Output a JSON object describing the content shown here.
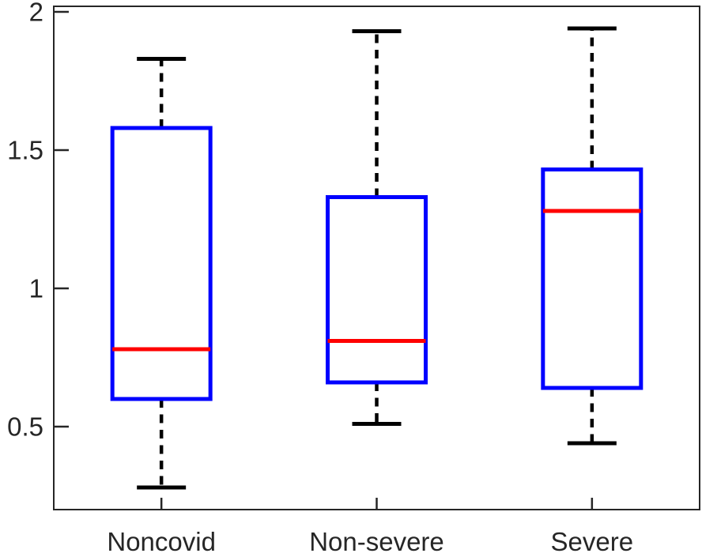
{
  "chart_data": {
    "type": "boxplot",
    "categories": [
      "Noncovid",
      "Non-severe",
      "Severe"
    ],
    "series": [
      {
        "name": "Noncovid",
        "whisker_low": 0.28,
        "q1": 0.6,
        "median": 0.78,
        "q3": 1.58,
        "whisker_high": 1.83
      },
      {
        "name": "Non-severe",
        "whisker_low": 0.51,
        "q1": 0.66,
        "median": 0.81,
        "q3": 1.33,
        "whisker_high": 1.93
      },
      {
        "name": "Severe",
        "whisker_low": 0.44,
        "q1": 0.64,
        "median": 1.28,
        "q3": 1.43,
        "whisker_high": 1.94
      }
    ],
    "ylim": [
      0.2,
      2.02
    ],
    "yticks": [
      0.5,
      1,
      1.5,
      2
    ],
    "ytick_labels": [
      "0.5",
      "1",
      "1.5",
      "2"
    ],
    "grid": false,
    "legend_position": "none"
  },
  "colors": {
    "box": "#0000ff",
    "median": "#ff0000",
    "whisker": "#000000",
    "cap": "#000000",
    "axis": "#262626",
    "tick_label": "#262626",
    "background": "#ffffff"
  }
}
